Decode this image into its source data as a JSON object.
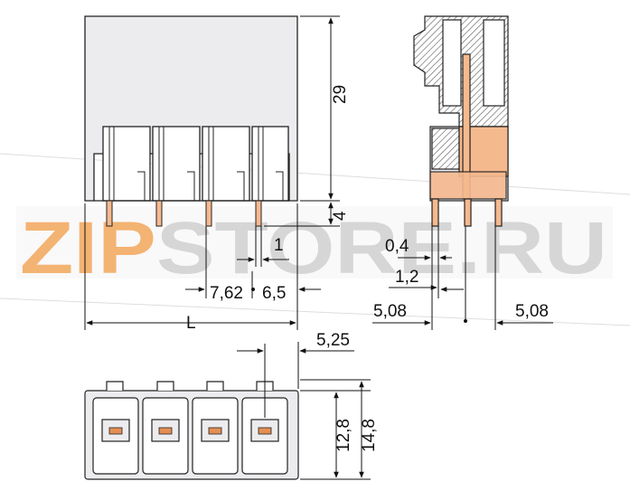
{
  "watermark": {
    "part1": "ZIP",
    "part2": "STORE.RU",
    "color1": "#f2a65a",
    "color2": "#cfcfcf"
  },
  "dimensions": {
    "height_body": "29",
    "pin_length": "4",
    "pin_offset": "1",
    "pitch": "7,62",
    "edge_offset": "6,5",
    "length": "L",
    "pin_thickness": "0,4",
    "pin_width": "1,2",
    "side_left": "5,08",
    "side_right": "5,08",
    "top_offset": "5,25",
    "depth_inner": "12,8",
    "depth_outer": "14,8"
  },
  "colors": {
    "housing_fill": "#ececef",
    "line": "#222222",
    "contact": "#f5b98e",
    "contact_dark": "#e58f54",
    "hatch": "#777777"
  }
}
